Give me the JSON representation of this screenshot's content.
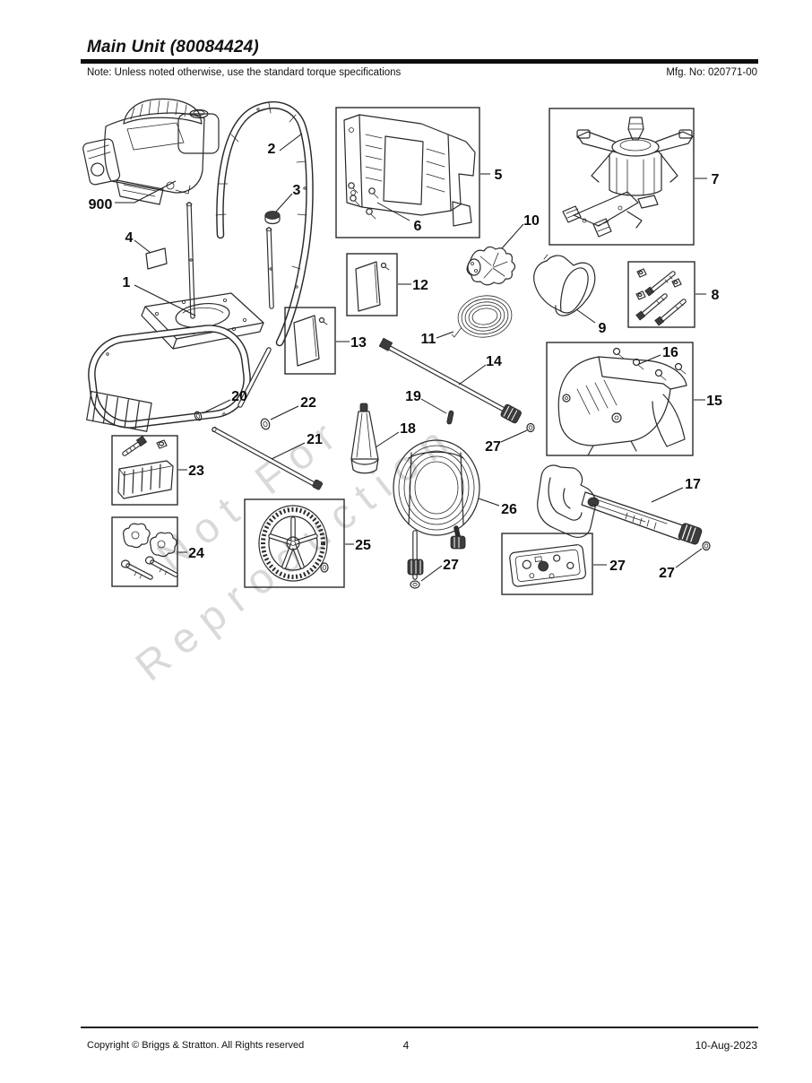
{
  "header": {
    "title": "Main Unit (80084424)",
    "note": "Note: Unless noted otherwise, use the standard torque specifications",
    "mfg_no": "Mfg. No: 020771-00"
  },
  "watermark": {
    "line1": "Not For",
    "line2": "Reproduction"
  },
  "footer": {
    "copyright": "Copyright ©  Briggs & Stratton. All Rights reserved",
    "page_number": "4",
    "date": "10-Aug-2023"
  },
  "callouts": {
    "p900": "900",
    "p1": "1",
    "p2": "2",
    "p3": "3",
    "p4": "4",
    "p5": "5",
    "p6": "6",
    "p7": "7",
    "p8": "8",
    "p9": "9",
    "p10": "10",
    "p11": "11",
    "p12": "12",
    "p13": "13",
    "p14": "14",
    "p15": "15",
    "p16": "16",
    "p17": "17",
    "p18": "18",
    "p19": "19",
    "p20": "20",
    "p21": "21",
    "p22": "22",
    "p23": "23",
    "p24": "24",
    "p25": "25",
    "p26": "26",
    "p27": "27"
  }
}
